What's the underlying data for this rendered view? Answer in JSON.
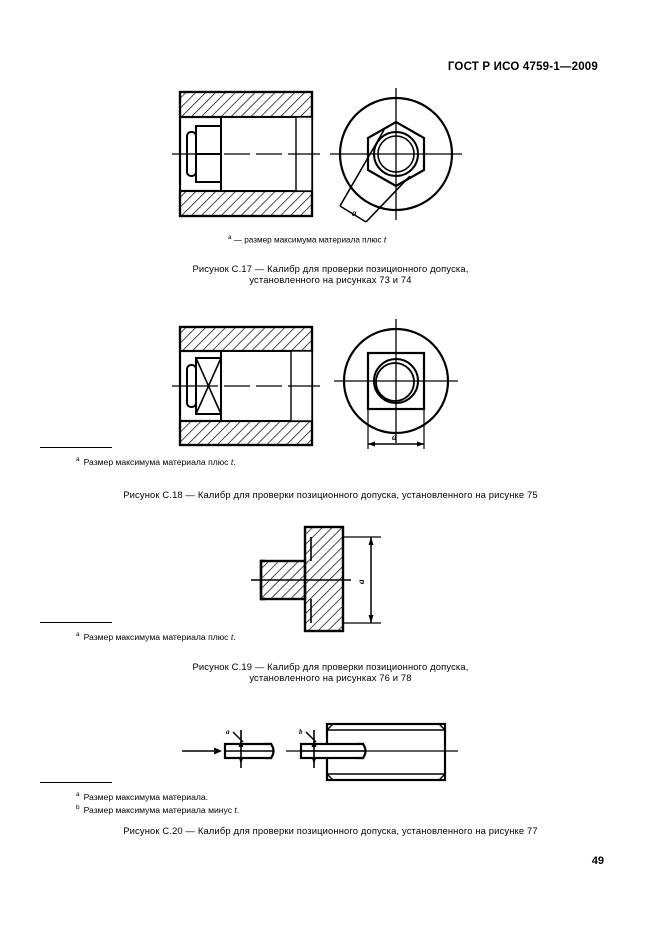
{
  "document": {
    "standard_header": "ГОСТ Р ИСО 4759-1—2009",
    "page_number": "49"
  },
  "figures": [
    {
      "id": "C.17",
      "note": {
        "marker": "a",
        "text": " — размер максимума материала плюс ",
        "symbol": "t"
      },
      "caption_line1": "Рисунок  С.17 — Калибр для проверки позиционного допуска,",
      "caption_line2": "установленного на рисунках 73 и 74",
      "dimension_label": "a",
      "drawing_type": "hexagon-socket-gauge"
    },
    {
      "id": "C.18",
      "footnotes": [
        {
          "marker": "a",
          "text": "Размер максимума материала плюс ",
          "symbol": "t",
          "tail": "."
        }
      ],
      "caption_line1": "Рисунок  С.18 — Калибр для проверки позиционного допуска, установленного на рисунке 75",
      "dimension_label": "a",
      "drawing_type": "square-socket-gauge"
    },
    {
      "id": "C.19",
      "footnotes": [
        {
          "marker": "a",
          "text": "Размер максимума материала плюс ",
          "symbol": "t",
          "tail": "."
        }
      ],
      "caption_line1": "Рисунок  С.19 — Калибр для проверки позиционного допуска,",
      "caption_line2": "установленного на рисунках 76 и 78",
      "dimension_label": "a",
      "drawing_type": "flanged-plug-gauge"
    },
    {
      "id": "C.20",
      "footnotes": [
        {
          "marker": "a",
          "text": "Размер максимума материала.",
          "symbol": "",
          "tail": ""
        },
        {
          "marker": "b",
          "text": "Размер максимума материала минус ",
          "symbol": "t",
          "tail": "."
        }
      ],
      "caption_line1": "Рисунок  С.20 — Калибр для проверки позиционного допуска, установленного на рисунке 77",
      "dimension_label_left": "a",
      "dimension_label_right": "b",
      "drawing_type": "slotted-pin-gauge"
    }
  ]
}
